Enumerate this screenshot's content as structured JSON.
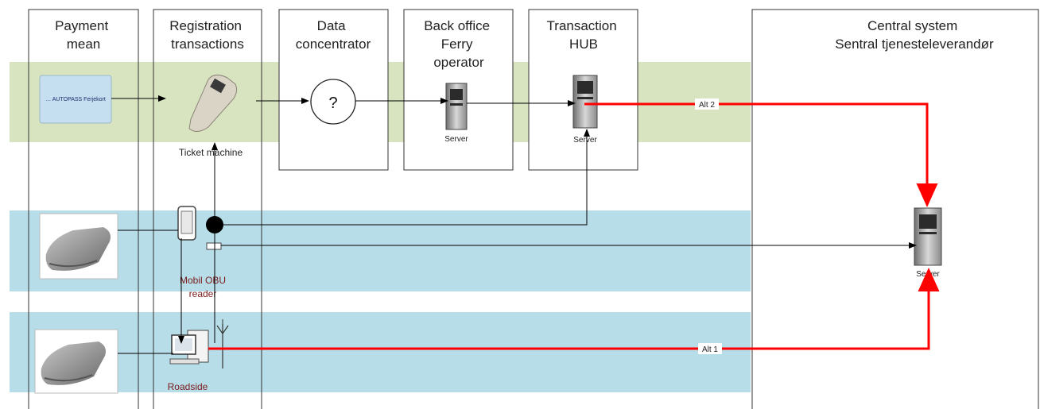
{
  "columns": [
    {
      "id": "payment",
      "title_lines": [
        "Payment",
        "mean"
      ]
    },
    {
      "id": "registration",
      "title_lines": [
        "Registration",
        "transactions"
      ]
    },
    {
      "id": "concentrator",
      "title_lines": [
        "Data",
        "concentrator"
      ]
    },
    {
      "id": "backoffice",
      "title_lines": [
        "Back office",
        "Ferry",
        "operator"
      ]
    },
    {
      "id": "hub",
      "title_lines": [
        "Transaction",
        "HUB"
      ]
    },
    {
      "id": "central",
      "title_lines": [
        "Central system",
        "Sentral tjenesteleverandør"
      ]
    }
  ],
  "nodes": {
    "card_label": "… AUTOPASS Ferjekort",
    "ticket_machine": "Ticket machine",
    "concentrator_symbol": "?",
    "server_backoffice": "Server",
    "server_hub": "Server",
    "server_central": "Server",
    "mobil_obu_line1": "Mobil OBU",
    "mobil_obu_line2": "reader",
    "roadside": "Roadside"
  },
  "links": {
    "alt2": "Alt 2",
    "alt1": "Alt 1"
  },
  "colors": {
    "band_green": "#d8e4bf",
    "band_blue": "#b7dde8",
    "red_line": "#ff0000",
    "border": "#333333"
  }
}
